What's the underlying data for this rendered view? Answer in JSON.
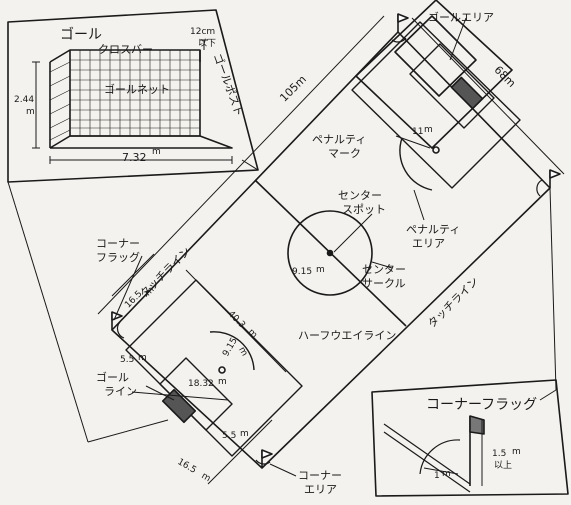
{
  "goal_inset": {
    "title": "ゴール",
    "crossbar": "クロスバー",
    "goal_net": "ゴールネット",
    "goal_post": "ゴールポスト",
    "post_size": "12cm",
    "post_size_note": "以下",
    "height": "2.44",
    "height_unit": "m",
    "width": "7.32",
    "width_unit": "m"
  },
  "field": {
    "length": "105m",
    "width": "68m",
    "goal_area": "ゴールエリア",
    "penalty_mark": "ペナルティ",
    "penalty_mark_2": "マーク",
    "penalty_mark_distance": "11",
    "penalty_mark_distance_unit": "m",
    "penalty_area": "ペナルティ",
    "penalty_area_2": "エリア",
    "center_spot": "センター",
    "center_spot_2": "スポット",
    "center_circle": "センター",
    "center_circle_2": "サークル",
    "center_radius": "9.15",
    "center_radius_unit": "m",
    "halfway_line": "ハーフウエイライン",
    "touch_line_top": "タッチライン",
    "touch_line_bottom": "タッチライン",
    "corner_flag": "コーナー",
    "corner_flag_2": "フラッグ",
    "goal_line": "ゴール",
    "goal_line_2": "ライン",
    "corner_area": "コーナー",
    "corner_area_2": "エリア",
    "dim_16_5_side": "16.5",
    "dim_16_5_side_unit": "m",
    "dim_40_3": "40.3",
    "dim_40_3_unit": "m",
    "dim_9_15": "9.15",
    "dim_9_15_unit": "m",
    "dim_18_32": "18.32",
    "dim_18_32_unit": "m",
    "dim_5_5_a": "5.5",
    "dim_5_5_a_unit": "m",
    "dim_5_5_b": "5.5",
    "dim_5_5_b_unit": "m",
    "dim_16_5_bottom": "16.5",
    "dim_16_5_bottom_unit": "m"
  },
  "corner_inset": {
    "title": "コーナーフラッグ",
    "flag_height": "1.5",
    "flag_height_unit": "m",
    "flag_height_note": "以上",
    "arc_radius": "1",
    "arc_radius_unit": "m"
  },
  "colors": {
    "ink": "#1a1a1a",
    "paper": "#f4f2ee"
  }
}
